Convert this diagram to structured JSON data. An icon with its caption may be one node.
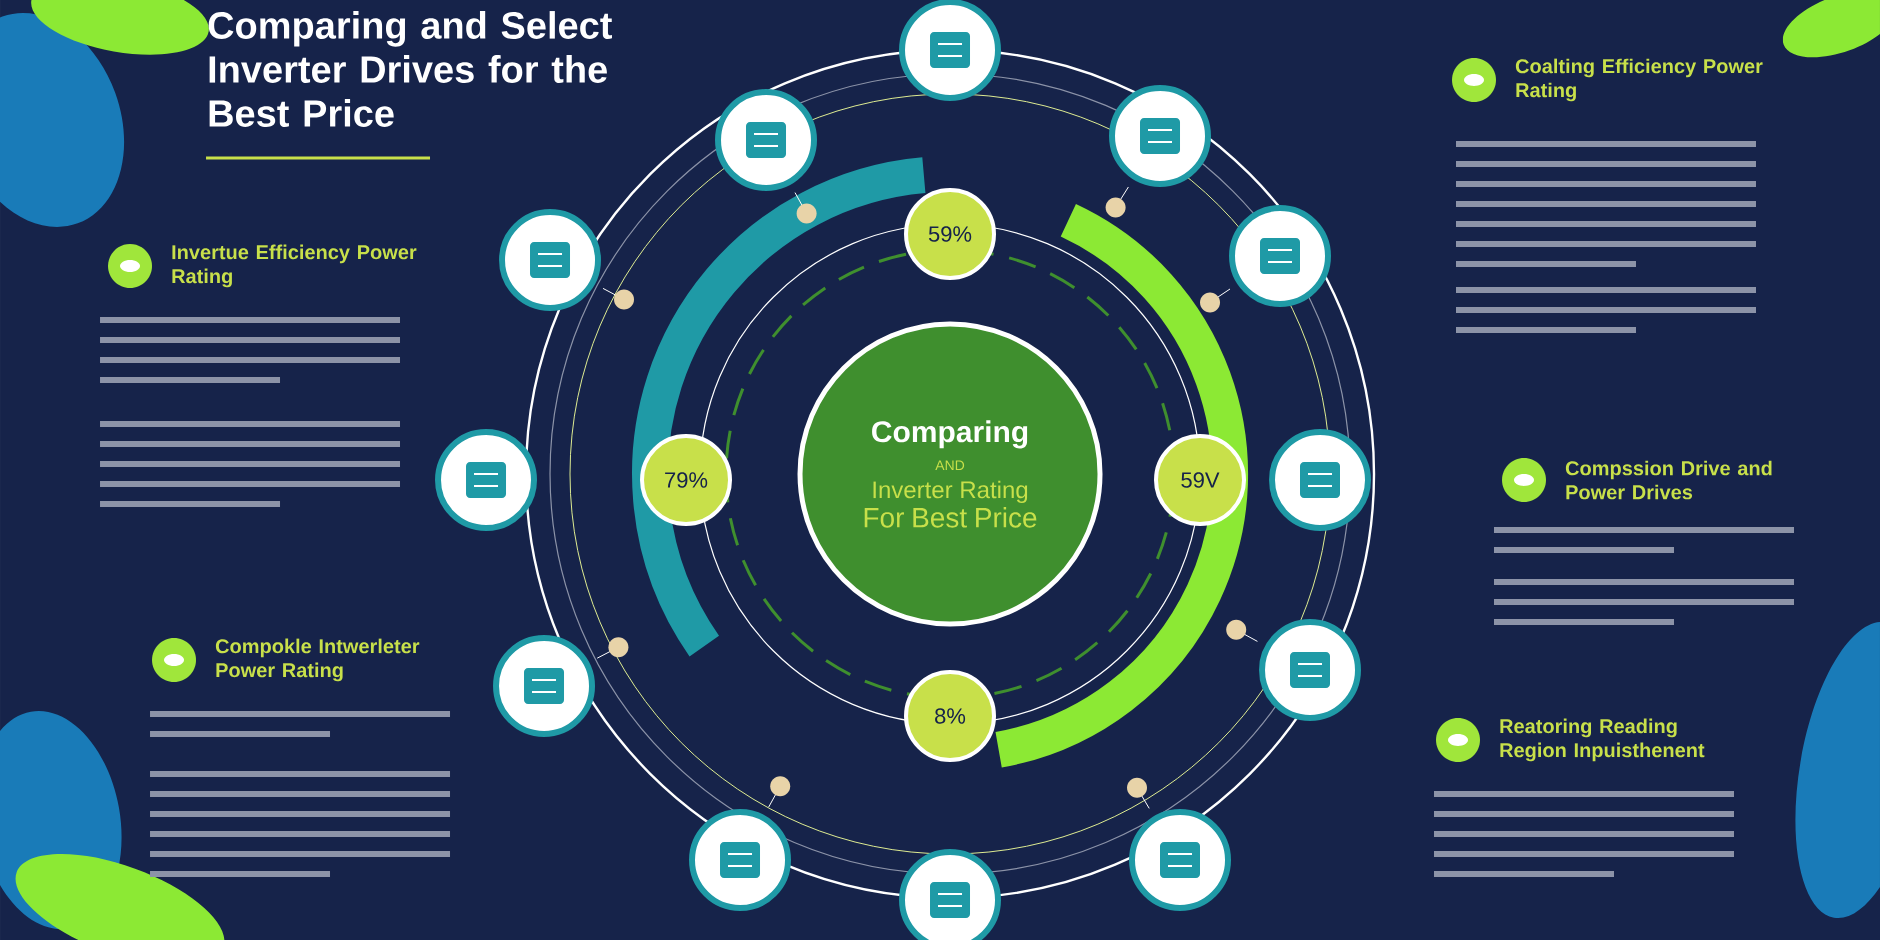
{
  "diagram": {
    "title": "Comparing and Select Inverter Drives for the Best Price",
    "nodes": [
      {
        "text": [
          "Comparing",
          "AND",
          "Inverter Rating",
          "For Best Price"
        ]
      },
      {
        "text": [
          "59%"
        ]
      },
      {
        "text": [
          "79%"
        ]
      },
      {
        "text": [
          "59V"
        ]
      },
      {
        "text": [
          "8%"
        ]
      },
      {
        "text": [],
        "shape": "circle"
      },
      {
        "text": [],
        "shape": "circle"
      },
      {
        "text": [],
        "shape": "circle"
      },
      {
        "text": [],
        "shape": "circle"
      },
      {
        "text": [],
        "shape": "circle"
      },
      {
        "text": [],
        "shape": "circle"
      },
      {
        "text": [],
        "shape": "circle"
      },
      {
        "text": [],
        "shape": "circle"
      },
      {
        "text": [],
        "shape": "circle"
      },
      {
        "text": [],
        "shape": "circle"
      },
      {
        "text": [],
        "shape": "circle"
      },
      {
        "text": [],
        "shape": "circle"
      }
    ],
    "labels": [
      "Invertue Efficiency Power Rating",
      "Coalting Efficiency Power Rating",
      "Compssion Drive and Power Drives",
      "Compokle Intwerleter Power Rating",
      "Reatoring Reading Region Inpuisthenent"
    ]
  }
}
